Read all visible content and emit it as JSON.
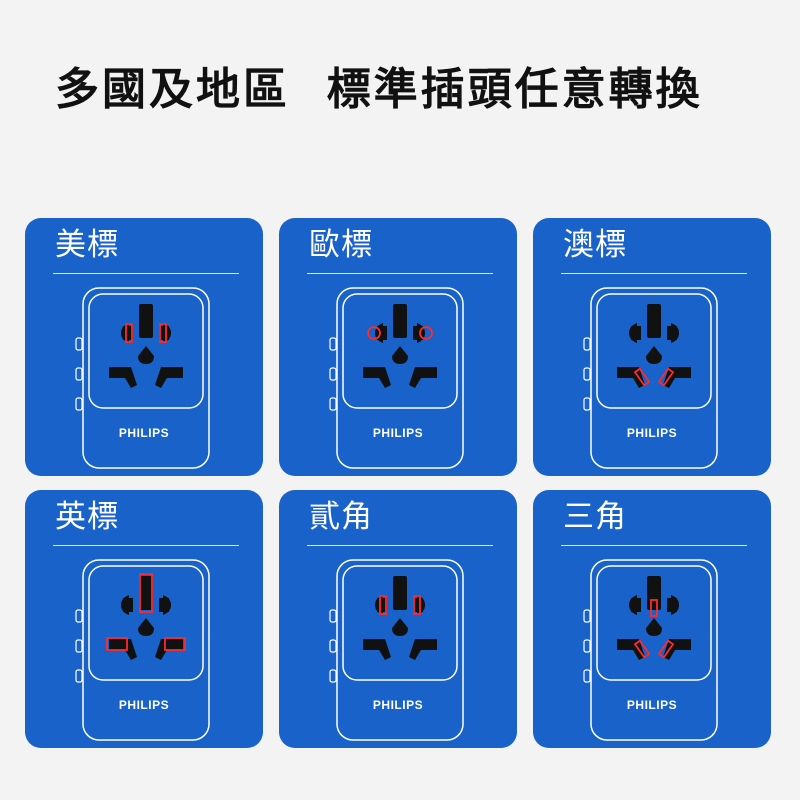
{
  "headline": "多國及地區  標準插頭任意轉換",
  "brand": "PHILIPS",
  "colors": {
    "card": "#1862c9",
    "socket": "#111111",
    "highlight": "#ff2a2a",
    "outline": "#ffffff"
  },
  "cards": [
    {
      "title": "美標",
      "highlight": "us"
    },
    {
      "title": "歐標",
      "highlight": "eu"
    },
    {
      "title": "澳標",
      "highlight": "au"
    },
    {
      "title": "英標",
      "highlight": "uk"
    },
    {
      "title": "貳角",
      "highlight": "two-pin"
    },
    {
      "title": "三角",
      "highlight": "three-pin"
    }
  ]
}
